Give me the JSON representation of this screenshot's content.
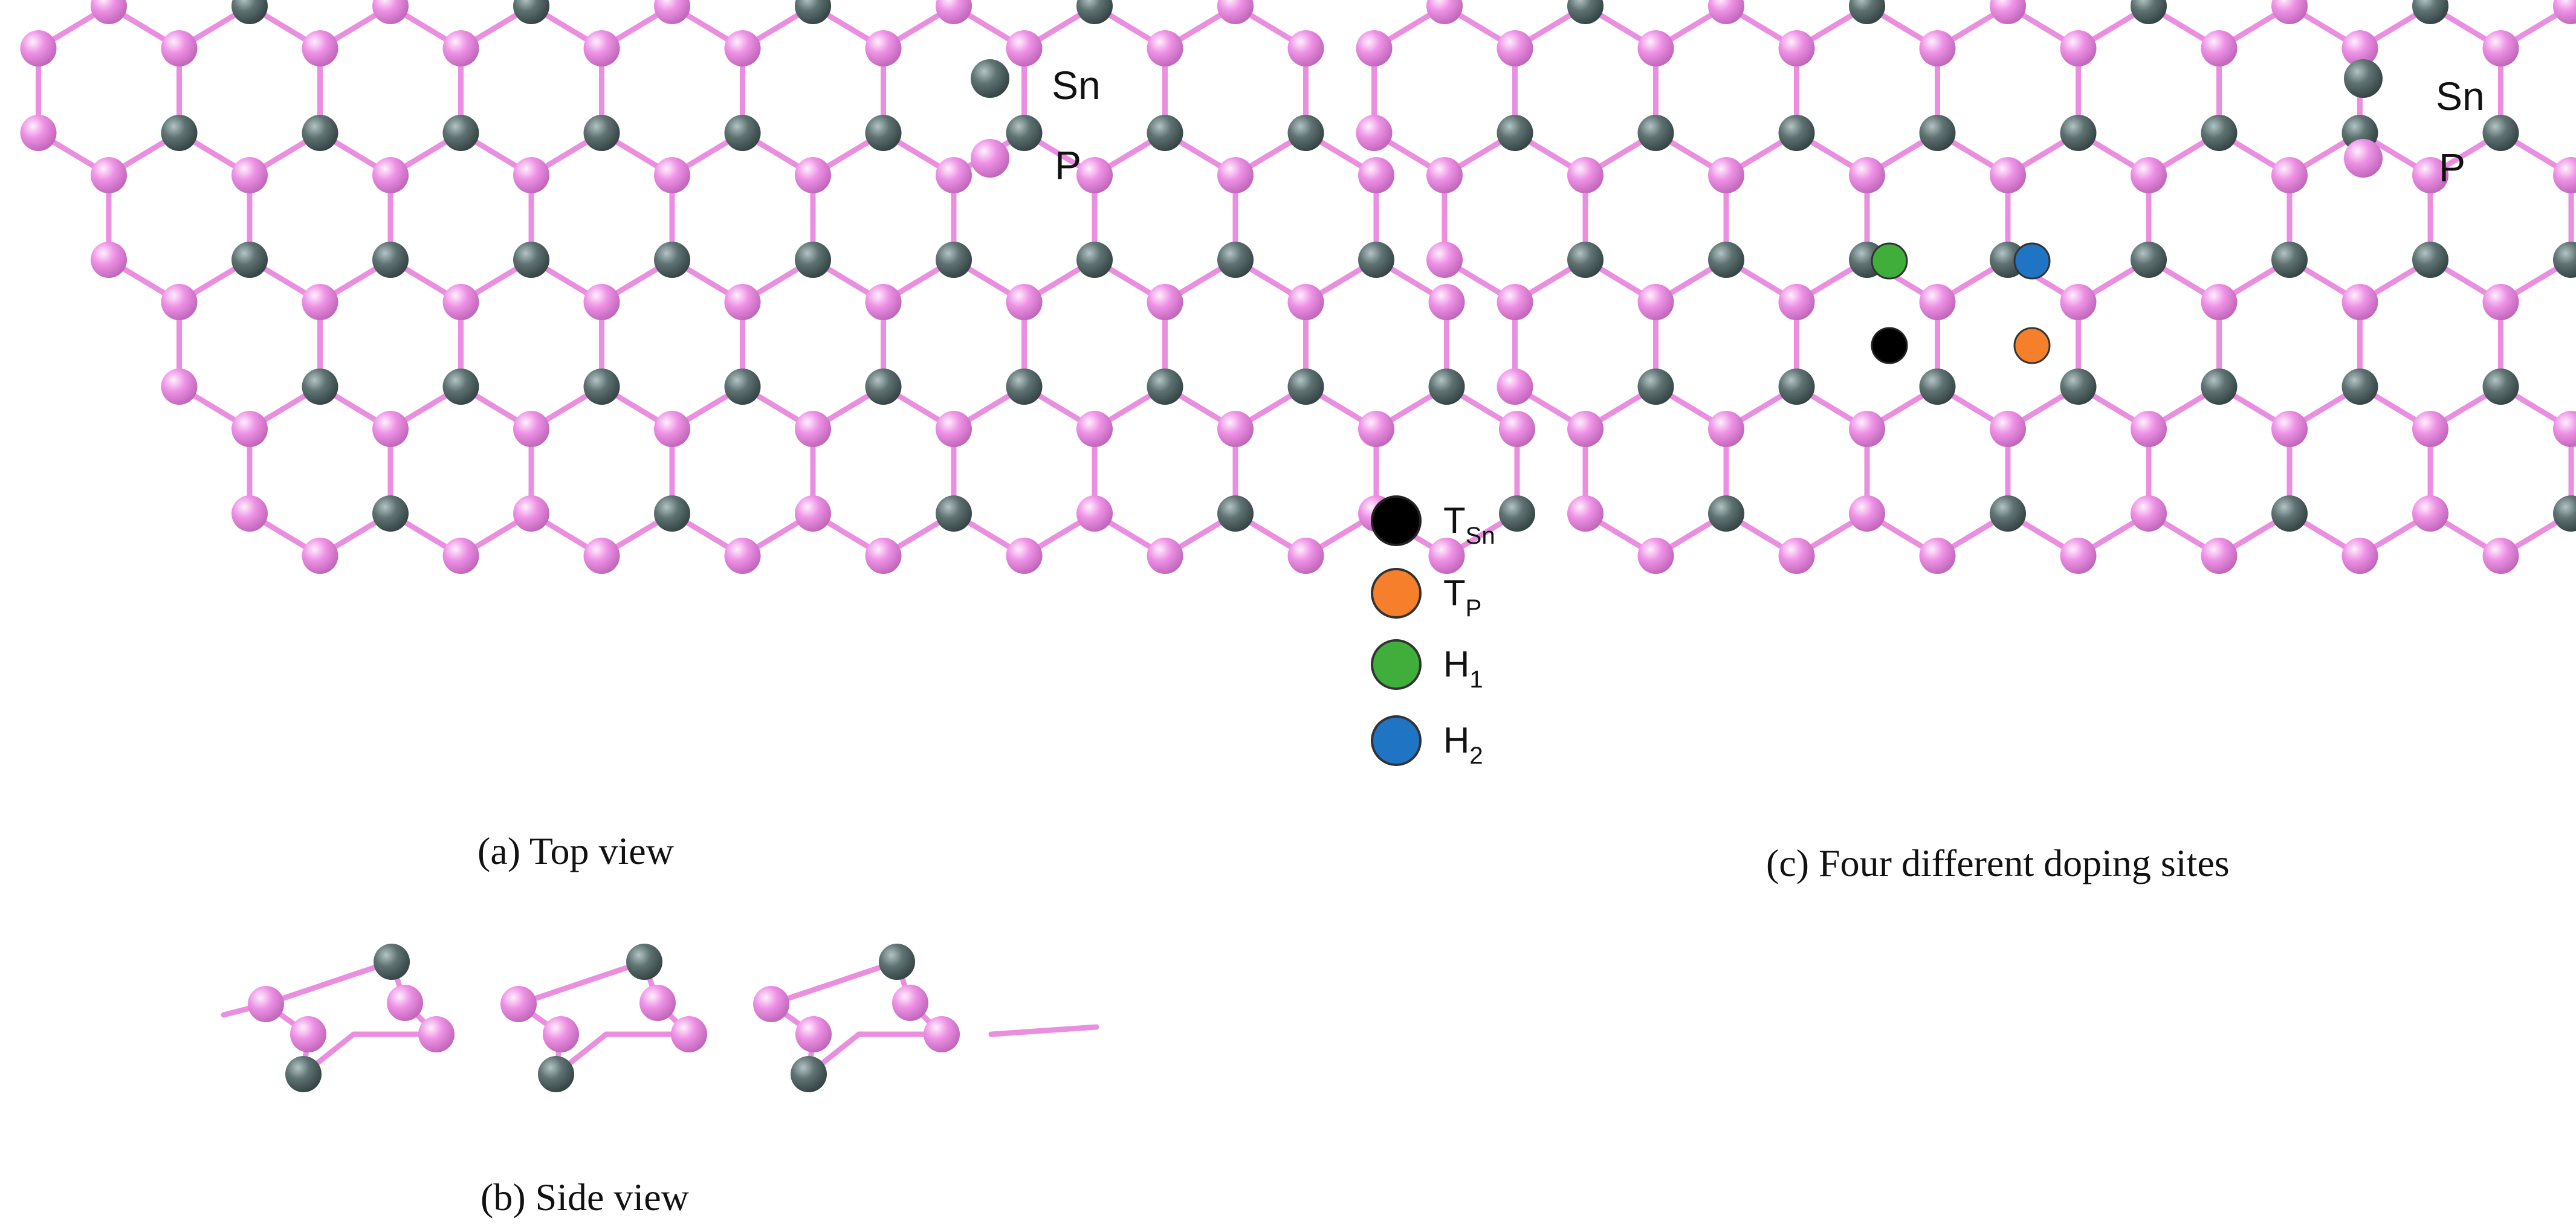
{
  "panels": {
    "a": {
      "caption": "(a) Top view"
    },
    "b": {
      "caption": "(b) Side view"
    },
    "c": {
      "caption": "(c) Four different doping sites"
    }
  },
  "atom_legend": [
    {
      "symbol": "Sn",
      "color": "#5f7272"
    },
    {
      "symbol": "P",
      "color": "#ee90e6"
    }
  ],
  "doping_sites": [
    {
      "label": "T",
      "sub": "Sn",
      "color": "#000000"
    },
    {
      "label": "T",
      "sub": "P",
      "color": "#f57f2a"
    },
    {
      "label": "H",
      "sub": "1",
      "color": "#3fae3b"
    },
    {
      "label": "H",
      "sub": "2",
      "color": "#1f74c4"
    }
  ],
  "colors": {
    "bond": "#ea8fe0",
    "sn": "#5f7272",
    "p": "#ee90e6"
  }
}
